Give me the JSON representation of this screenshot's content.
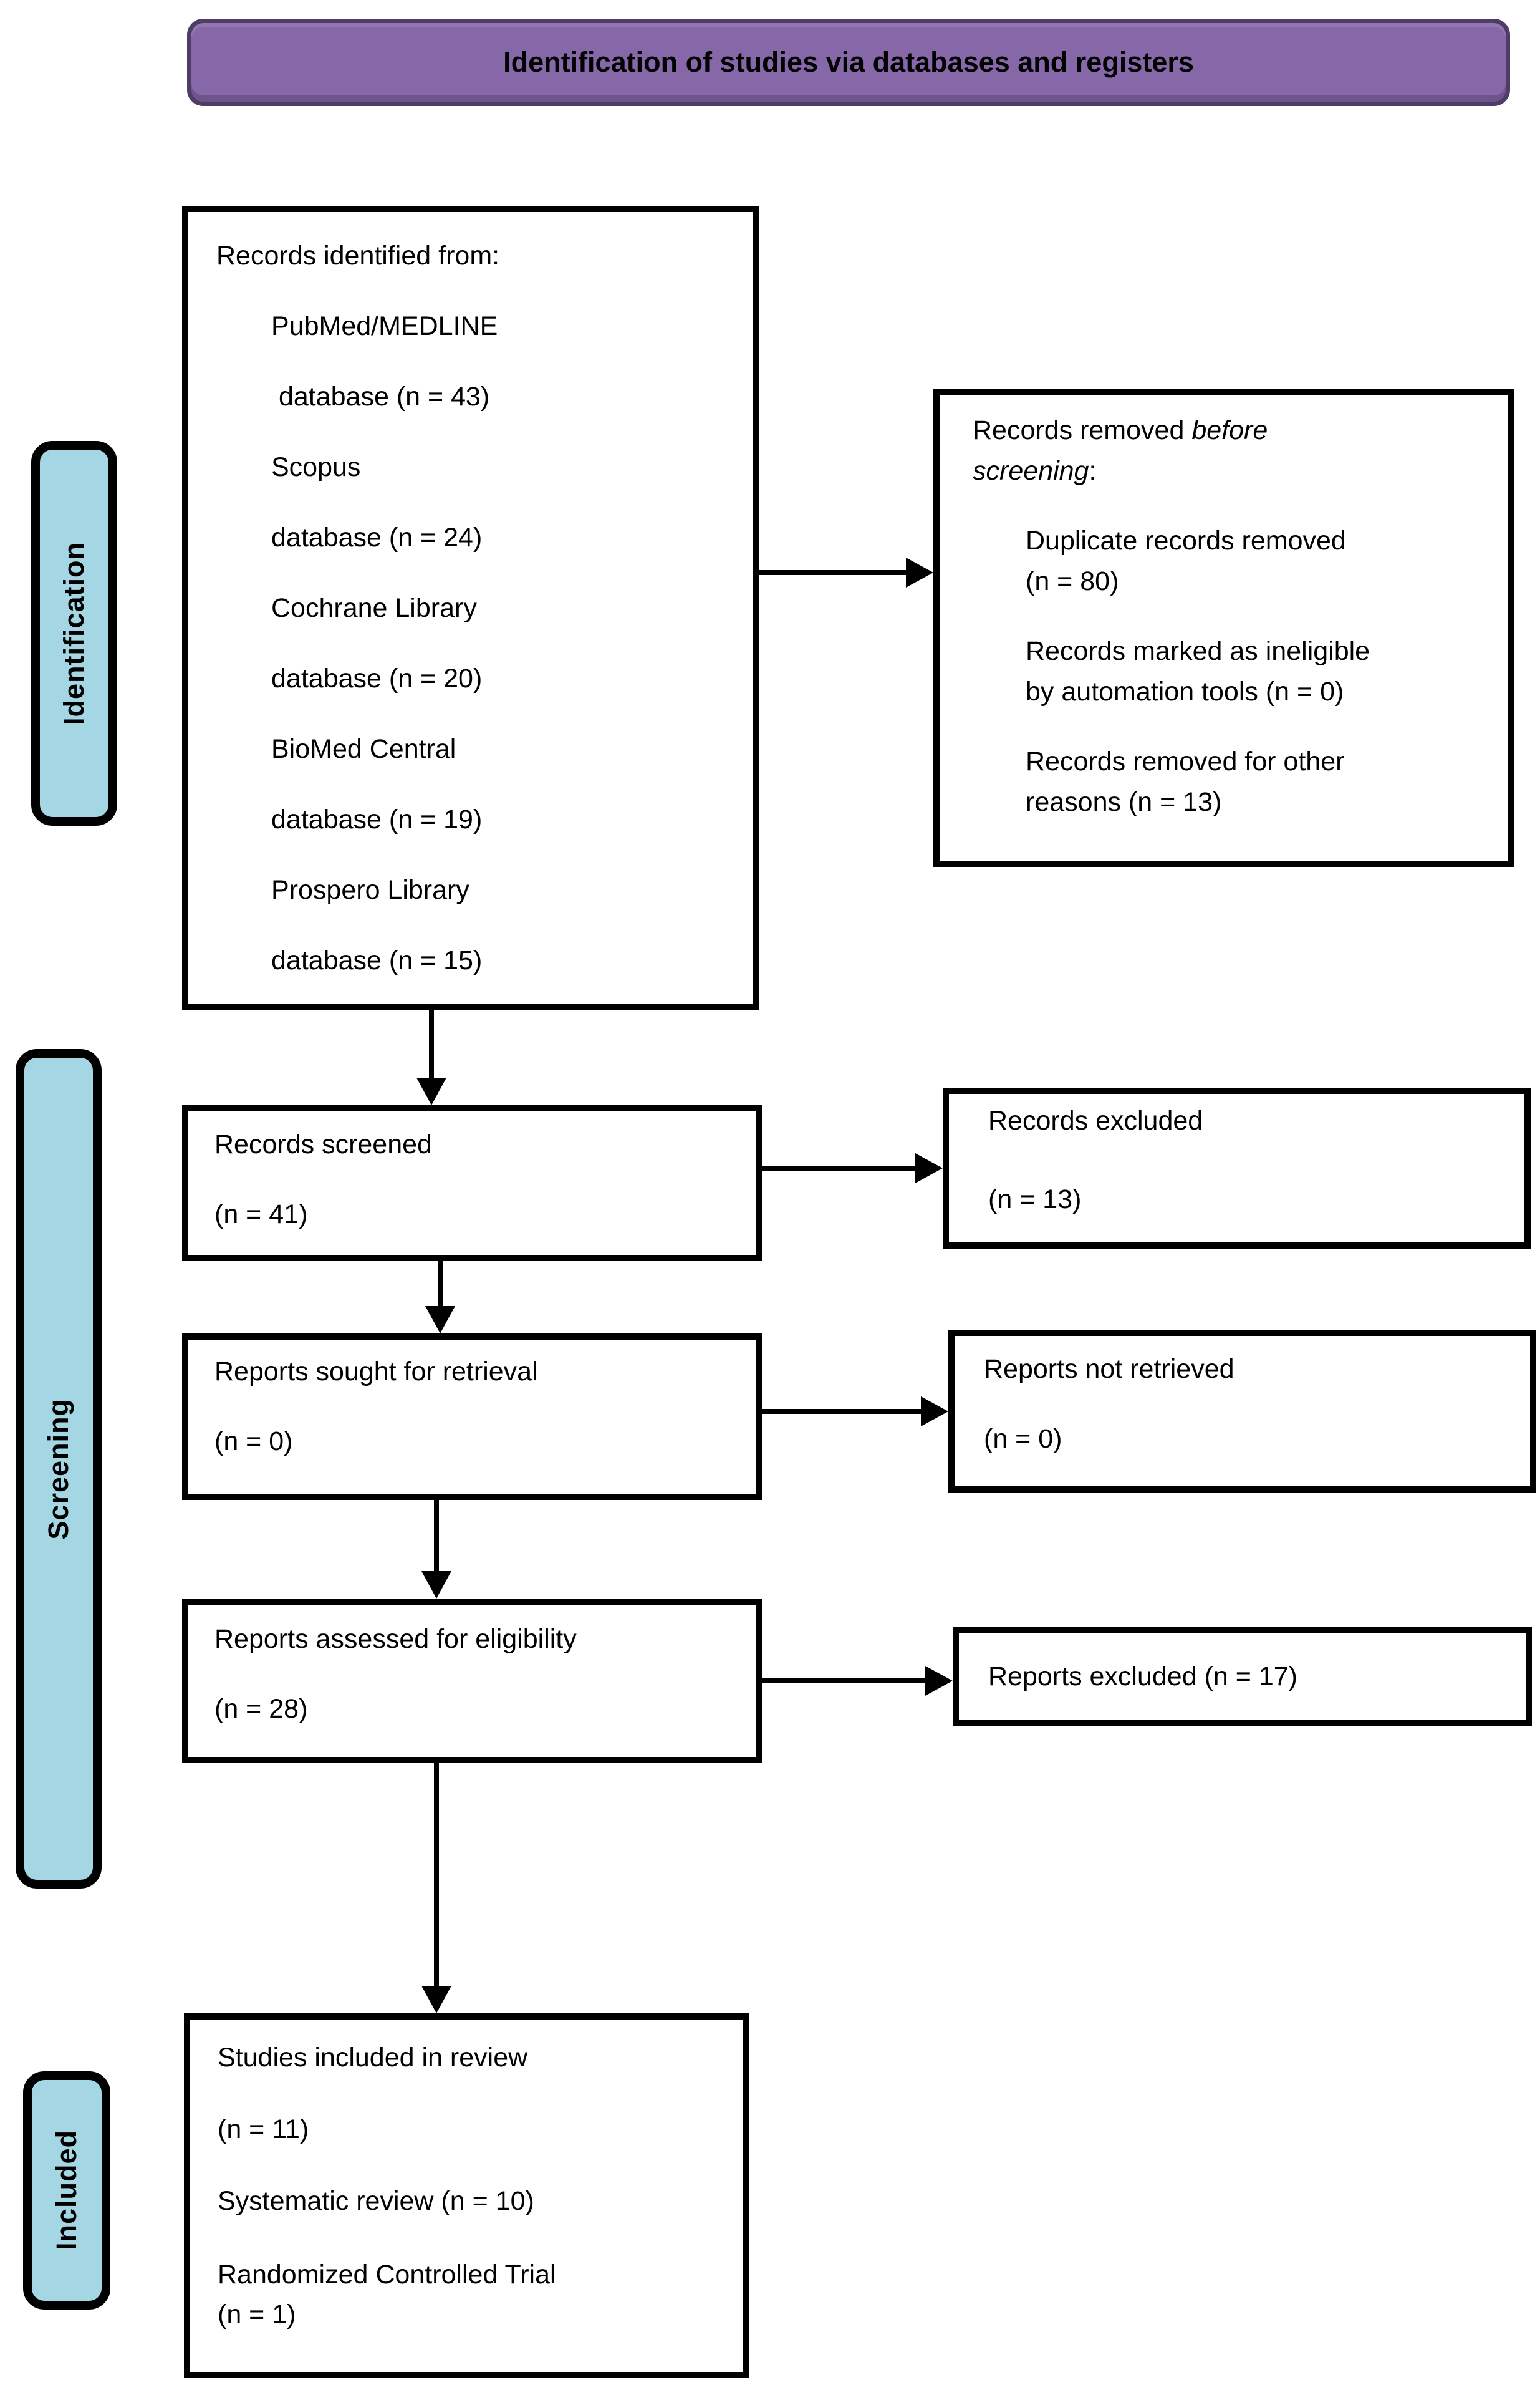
{
  "header": {
    "title": "Identification of studies via databases and registers"
  },
  "sidebar": {
    "identification": "Identification",
    "screening": "Screening",
    "included": "Included"
  },
  "colors": {
    "header_fill": "#8668A9",
    "header_border": "#4F3D68",
    "stage_fill": "#A5D6E3",
    "line": "#000000"
  },
  "boxes": {
    "records_identified": {
      "lines": [
        "Records identified from:",
        "PubMed/MEDLINE",
        " database (n = 43)",
        "Scopus",
        "database (n = 24)",
        "Cochrane Library",
        "database (n = 20)",
        "BioMed Central",
        "database (n = 19)",
        "Prospero Library",
        "database (n = 15)"
      ]
    },
    "records_removed": {
      "intro": {
        "prefix": "Records removed ",
        "italic_line1": "before",
        "italic_line2": "screening",
        "suffix": ":"
      },
      "items": [
        [
          "Duplicate records removed",
          "(n = 80)"
        ],
        [
          "Records marked as ineligible",
          "by automation tools (n = 0)"
        ],
        [
          "Records removed for other",
          "reasons (n = 13)"
        ]
      ]
    },
    "records_screened": {
      "title": "Records screened",
      "count": "(n = 41)"
    },
    "records_excluded": {
      "title": "Records excluded",
      "count": "(n = 13)"
    },
    "reports_sought": {
      "title": "Reports sought for retrieval",
      "count": "(n = 0)"
    },
    "reports_not_retrieved": {
      "title": "Reports not retrieved",
      "count": "(n = 0)"
    },
    "reports_assessed": {
      "title": "Reports assessed for eligibility",
      "count": "(n = 28)"
    },
    "reports_excluded": {
      "title": "Reports excluded (n = 17)"
    },
    "studies_included": {
      "lines": [
        "Studies included in review",
        "(n = 11)",
        "Systematic review (n = 10)",
        "Randomized Controlled Trial",
        "(n = 1)"
      ]
    }
  }
}
